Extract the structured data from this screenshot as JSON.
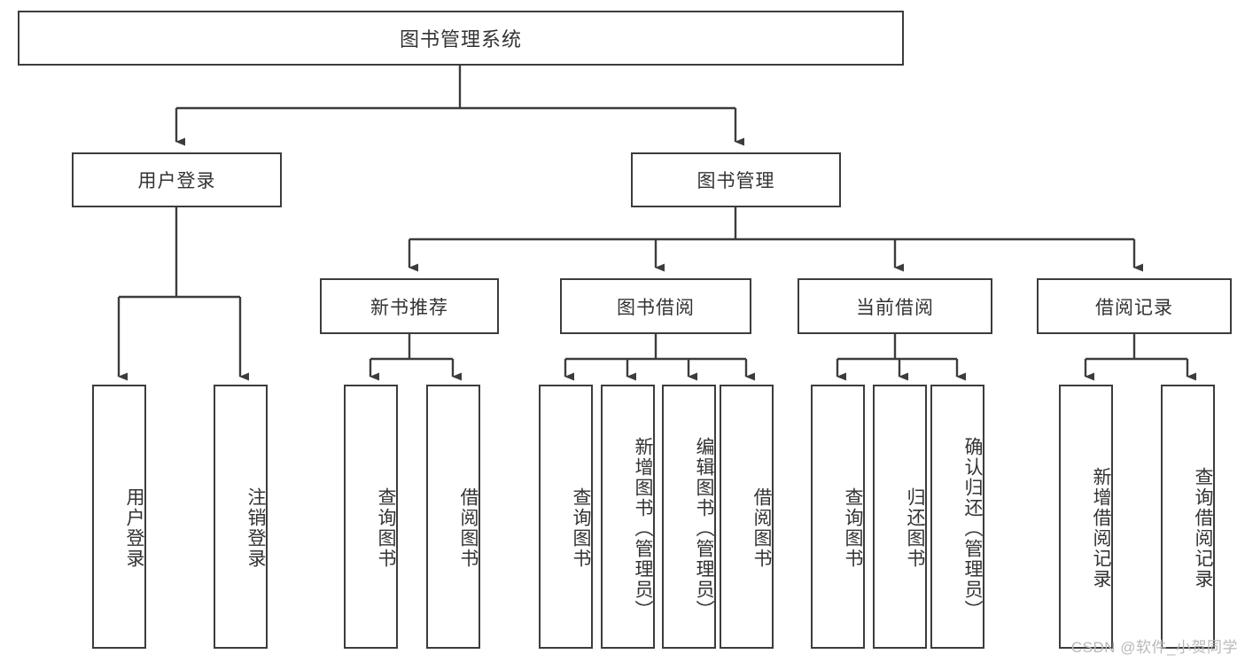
{
  "diagram": {
    "title": "图书管理系统",
    "type": "hierarchy-tree",
    "root": {
      "label": "图书管理系统"
    },
    "tier2": [
      {
        "label": "用户登录"
      },
      {
        "label": "图书管理"
      }
    ],
    "tier3": [
      {
        "label": "新书推荐"
      },
      {
        "label": "图书借阅"
      },
      {
        "label": "当前借阅"
      },
      {
        "label": "借阅记录"
      }
    ],
    "leaves": {
      "user_login": [
        {
          "label": "用户登录"
        },
        {
          "label": "注销登录"
        }
      ],
      "new_book_recommend": [
        {
          "label": "查询图书"
        },
        {
          "label": "借阅图书"
        }
      ],
      "book_borrow": [
        {
          "label": "查询图书"
        },
        {
          "label": "新增图书（管理员）"
        },
        {
          "label": "编辑图书（管理员）"
        },
        {
          "label": "借阅图书"
        }
      ],
      "current_borrow": [
        {
          "label": "查询图书"
        },
        {
          "label": "归还图书"
        },
        {
          "label": "确认归还（管理员）"
        }
      ],
      "borrow_record": [
        {
          "label": "新增借阅记录"
        },
        {
          "label": "查询借阅记录"
        }
      ]
    }
  },
  "watermark": {
    "text": "CSDN @软件_小贺同学"
  },
  "colors": {
    "border": "#3c3c3c",
    "text": "#333333",
    "background": "#ffffff",
    "watermark": "#b9b9b9"
  }
}
